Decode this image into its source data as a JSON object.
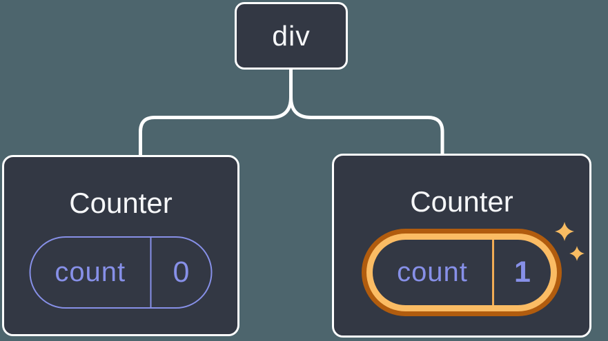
{
  "colors": {
    "background": "#4d656d",
    "node_bg": "#333844",
    "node_border": "#ffffff",
    "connector": "#ffffff",
    "text_primary": "#f6f7f9",
    "state": "#8790e8",
    "highlight_outer": "#b15c0e",
    "highlight_inner": "#fbbc64",
    "highlight_divider": "#f2ac55",
    "sparkle": "#f8bc62"
  },
  "tree": {
    "root": {
      "label": "div"
    },
    "children": [
      {
        "title": "Counter",
        "state": {
          "label": "count",
          "value": "0"
        },
        "highlighted": false
      },
      {
        "title": "Counter",
        "state": {
          "label": "count",
          "value": "1"
        },
        "highlighted": true
      }
    ]
  }
}
